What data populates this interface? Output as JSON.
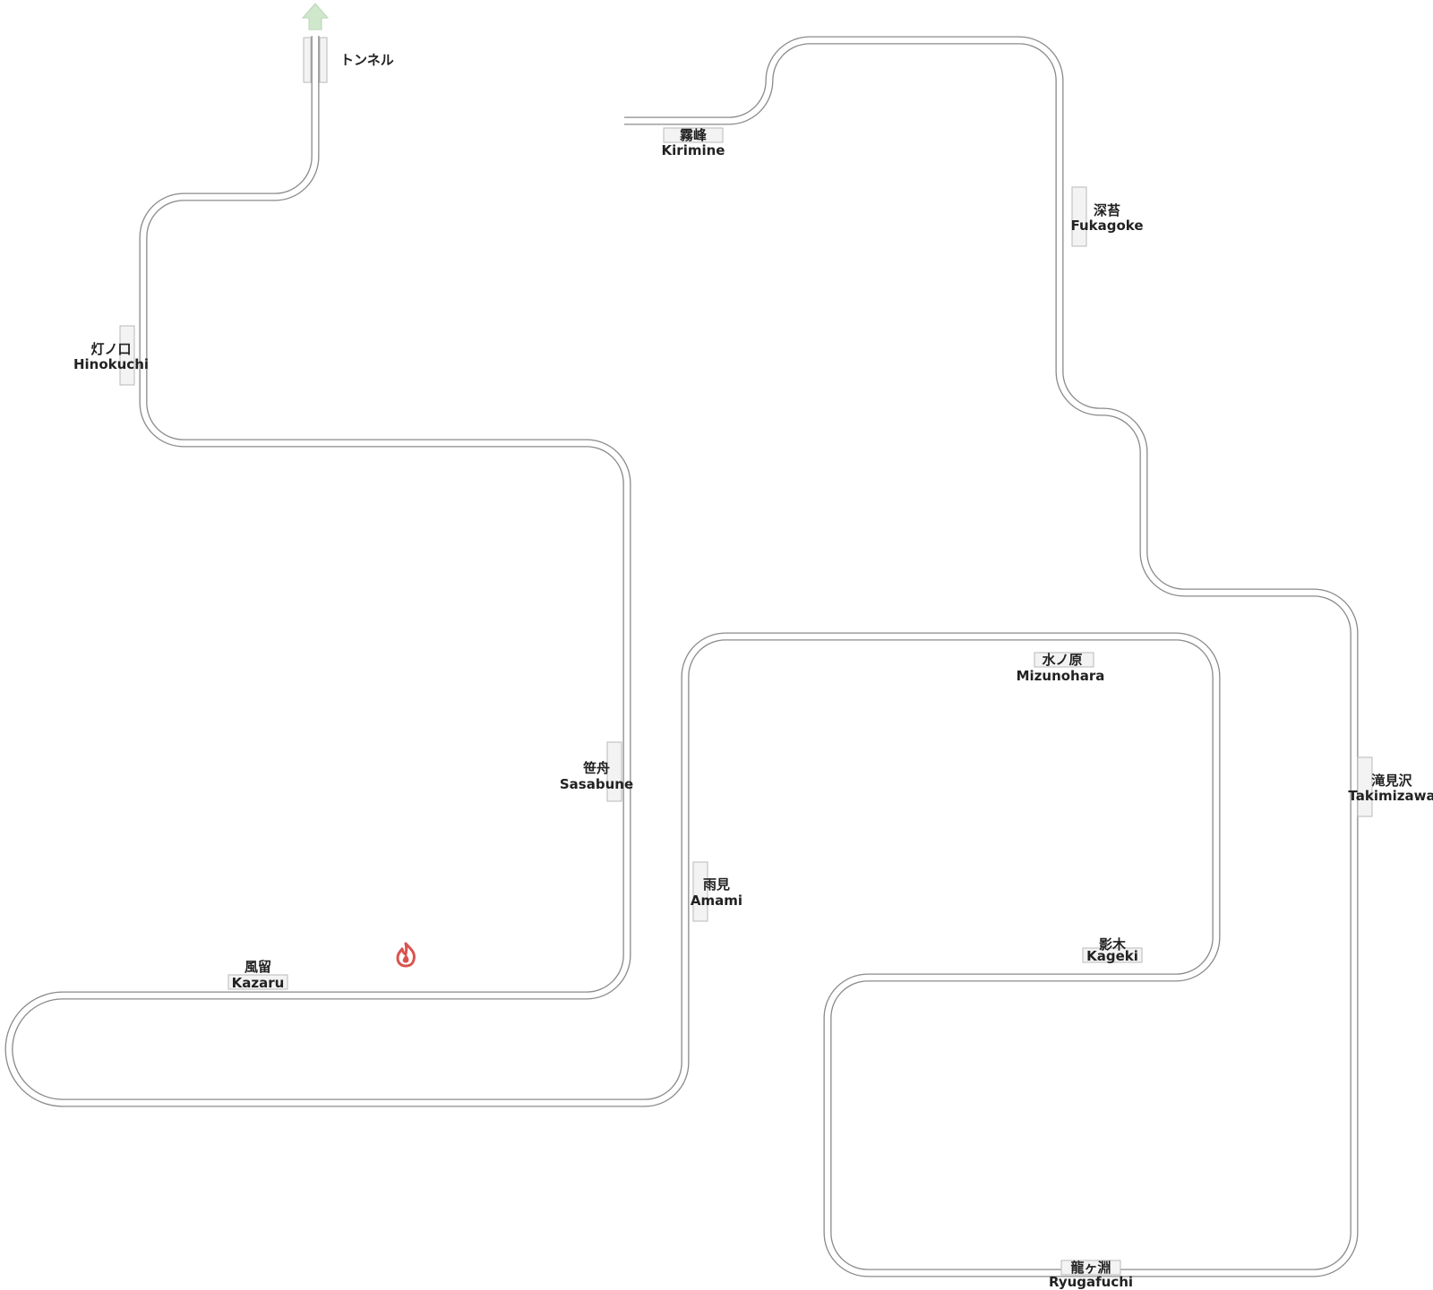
{
  "colors": {
    "track": "#8a8a8a",
    "platform_fill": "#f3f3f3",
    "platform_border": "#b9b9b9",
    "label": "#222222",
    "arrow": "#cfe8cc",
    "fire": "#d9534f"
  },
  "tunnel": {
    "label": "トンネル"
  },
  "direction_marker": {
    "icon": "up-arrow-icon"
  },
  "event_marker": {
    "icon": "fire-icon"
  },
  "stations": [
    {
      "id": "kirimine",
      "jp": "霧峰",
      "en": "Kirimine"
    },
    {
      "id": "fukagoke",
      "jp": "深苔",
      "en": "Fukagoke"
    },
    {
      "id": "hinokuchi",
      "jp": "灯ノ口",
      "en": "Hinokuchi"
    },
    {
      "id": "sasabune",
      "jp": "笹舟",
      "en": "Sasabune"
    },
    {
      "id": "mizunohara",
      "jp": "水ノ原",
      "en": "Mizunohara"
    },
    {
      "id": "takimizawa",
      "jp": "滝見沢",
      "en": "Takimizawa"
    },
    {
      "id": "amami",
      "jp": "雨見",
      "en": "Amami"
    },
    {
      "id": "kageki",
      "jp": "影木",
      "en": "Kageki"
    },
    {
      "id": "kazaru",
      "jp": "風留",
      "en": "Kazaru"
    },
    {
      "id": "ryugafuchi",
      "jp": "龍ヶ淵",
      "en": "Ryugafuchi"
    }
  ]
}
